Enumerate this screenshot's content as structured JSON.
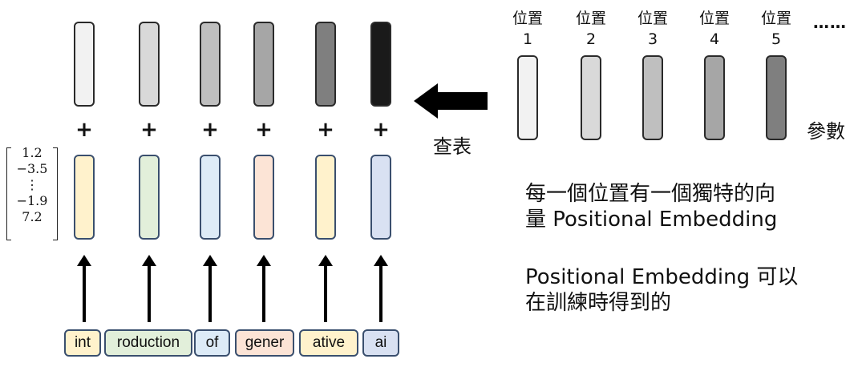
{
  "tokens": [
    {
      "label": "int",
      "fill": "#fff2cc"
    },
    {
      "label": "roduction",
      "fill": "#e2efda"
    },
    {
      "label": "of",
      "fill": "#ddebf7"
    },
    {
      "label": "gener",
      "fill": "#fce4d6"
    },
    {
      "label": "ative",
      "fill": "#fff2cc"
    },
    {
      "label": "ai",
      "fill": "#d9e1f2"
    }
  ],
  "token_vector": [
    "1.2",
    "−3.5",
    "⋮",
    "−1.9",
    "7.2"
  ],
  "plus_symbol": "+",
  "summed_bar_colors": [
    "#f2f2f2",
    "#d9d9d9",
    "#bfbfbf",
    "#a6a6a6",
    "#7f7f7f",
    "#1a1a1a"
  ],
  "lookup_label": "查表",
  "positions": [
    {
      "word": "位置",
      "number": "1",
      "fill": "#f2f2f2"
    },
    {
      "word": "位置",
      "number": "2",
      "fill": "#d9d9d9"
    },
    {
      "word": "位置",
      "number": "3",
      "fill": "#bfbfbf"
    },
    {
      "word": "位置",
      "number": "4",
      "fill": "#a6a6a6"
    },
    {
      "word": "位置",
      "number": "5",
      "fill": "#7f7f7f"
    }
  ],
  "positions_ellipsis": "……",
  "params_label": "參數",
  "description_1": [
    "每一個位置有一個獨特的向",
    "量 Positional Embedding"
  ],
  "description_2": [
    "Positional Embedding 可以",
    "在訓練時得到的"
  ]
}
